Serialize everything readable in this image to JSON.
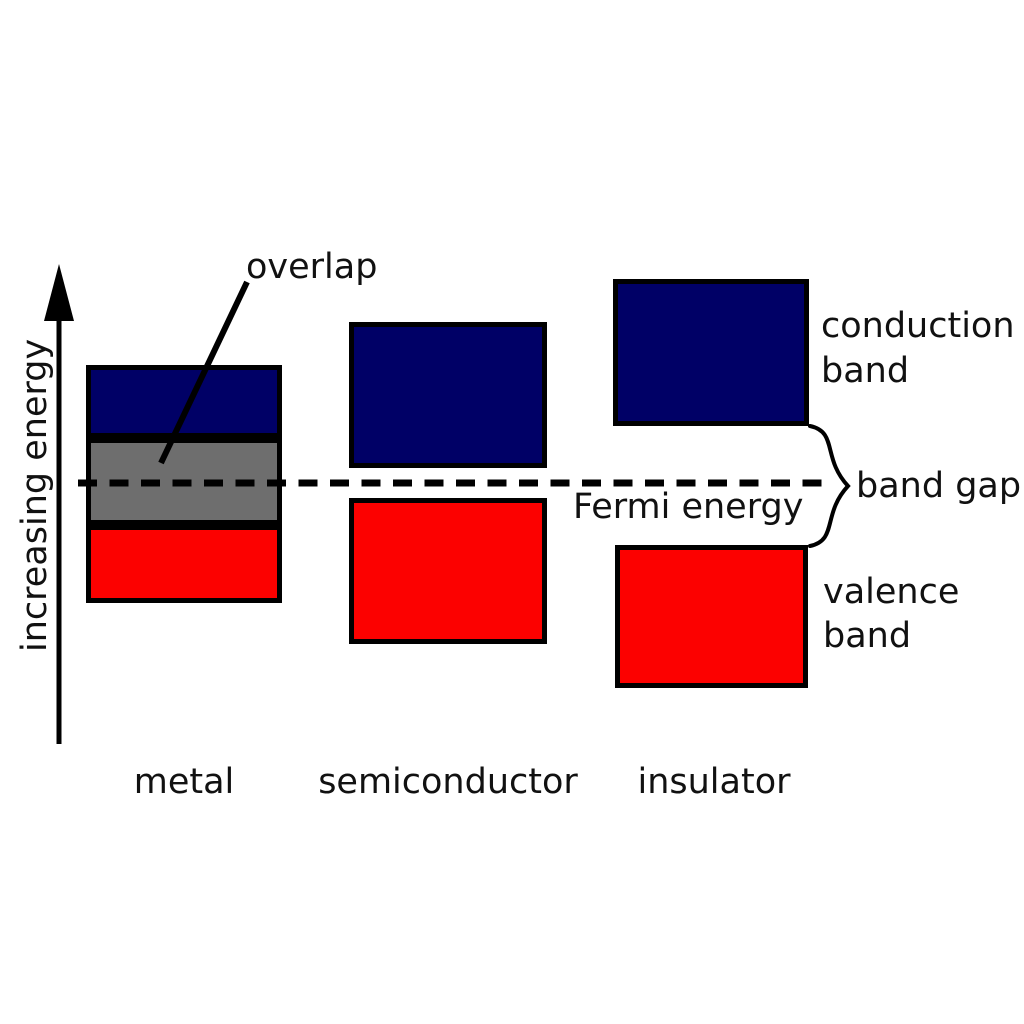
{
  "colors": {
    "conduction_band": "#000066",
    "valence_band": "#fc0100",
    "overlap_region": "#6e6e6e",
    "outline": "#000000",
    "text": "#111111",
    "background": "#ffffff"
  },
  "energy_axis": {
    "label": "increasing energy"
  },
  "annotations": {
    "overlap": "overlap",
    "fermi_energy": "Fermi energy",
    "band_gap": "band gap",
    "conduction_band": [
      "conduction",
      "band"
    ],
    "valence_band": [
      "valence",
      "band"
    ]
  },
  "materials": [
    {
      "label": "metal"
    },
    {
      "label": "semiconductor"
    },
    {
      "label": "insulator"
    }
  ]
}
